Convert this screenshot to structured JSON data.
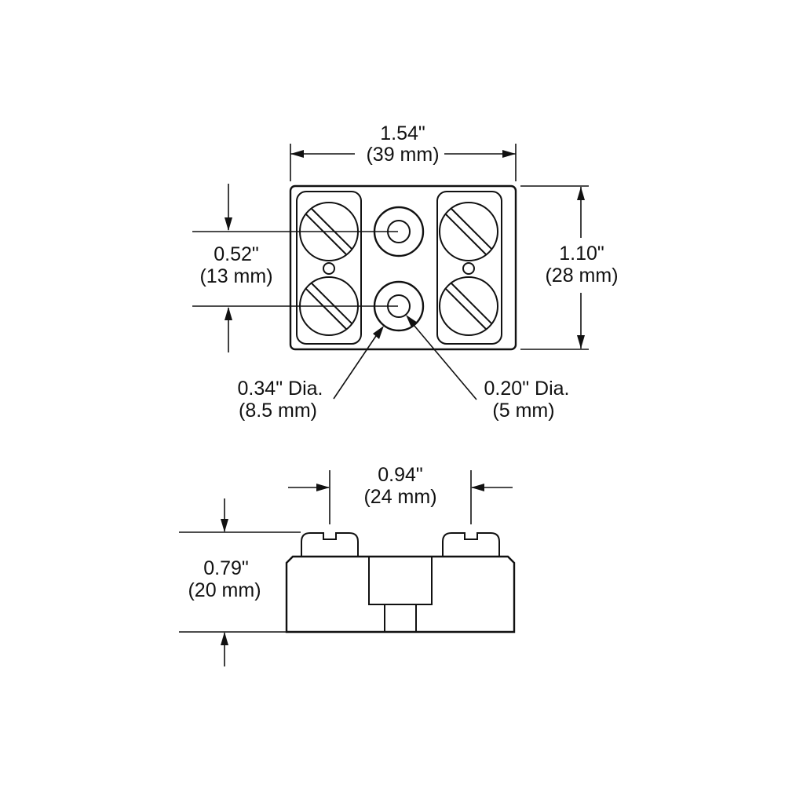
{
  "drawing": {
    "background": "#ffffff",
    "line_color": "#111111"
  },
  "top_view": {
    "overall_width": {
      "in": "1.54\"",
      "mm": "(39 mm)"
    },
    "overall_depth": {
      "in": "1.10\"",
      "mm": "(28 mm)"
    },
    "terminal_pitch": {
      "in": "0.52\"",
      "mm": "(13 mm)"
    },
    "outer_hole": {
      "label": "0.34\" Dia.",
      "mm": "(8.5 mm)"
    },
    "inner_hole": {
      "label": "0.20\" Dia.",
      "mm": "(5 mm)"
    }
  },
  "front_view": {
    "screw_spacing": {
      "in": "0.94\"",
      "mm": "(24 mm)"
    },
    "overall_height": {
      "in": "0.79\"",
      "mm": "(20 mm)"
    }
  }
}
